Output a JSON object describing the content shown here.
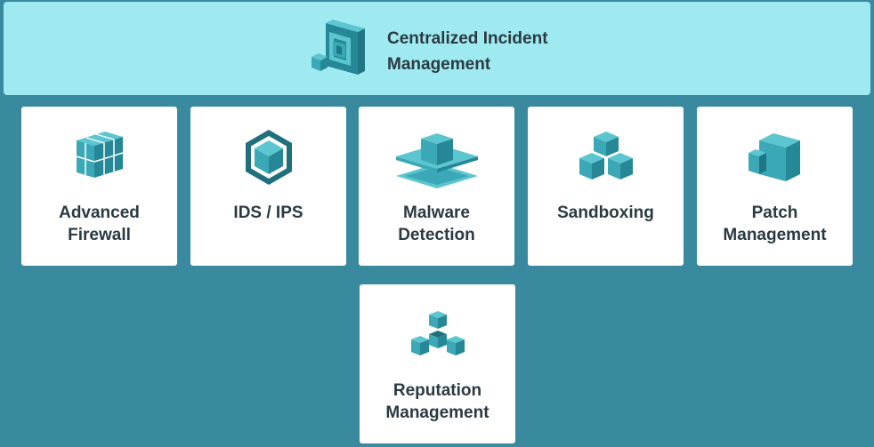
{
  "banner": {
    "title_line1": "Centralized Incident",
    "title_line2": "Management",
    "icon": "nested-squares-cube-icon"
  },
  "cards": [
    {
      "line1": "Advanced",
      "line2": "Firewall",
      "icon": "firewall-blocks-icon"
    },
    {
      "line1": "IDS / IPS",
      "line2": "",
      "icon": "hexagon-cube-icon"
    },
    {
      "line1": "Malware",
      "line2": "Detection",
      "icon": "layered-diamond-icon"
    },
    {
      "line1": "Sandboxing",
      "line2": "",
      "icon": "stacked-cubes-icon"
    },
    {
      "line1": "Patch",
      "line2": "Management",
      "icon": "cube-with-patch-icon"
    },
    {
      "line1": "Reputation",
      "line2": "Management",
      "icon": "connected-cubes-icon"
    }
  ],
  "colors": {
    "background": "#3a8a9f",
    "banner": "#9feaf0",
    "card": "#ffffff",
    "text": "#2b3a42",
    "cube_top": "#5cc6d0",
    "cube_left": "#3aa8b6",
    "cube_right": "#268897"
  }
}
